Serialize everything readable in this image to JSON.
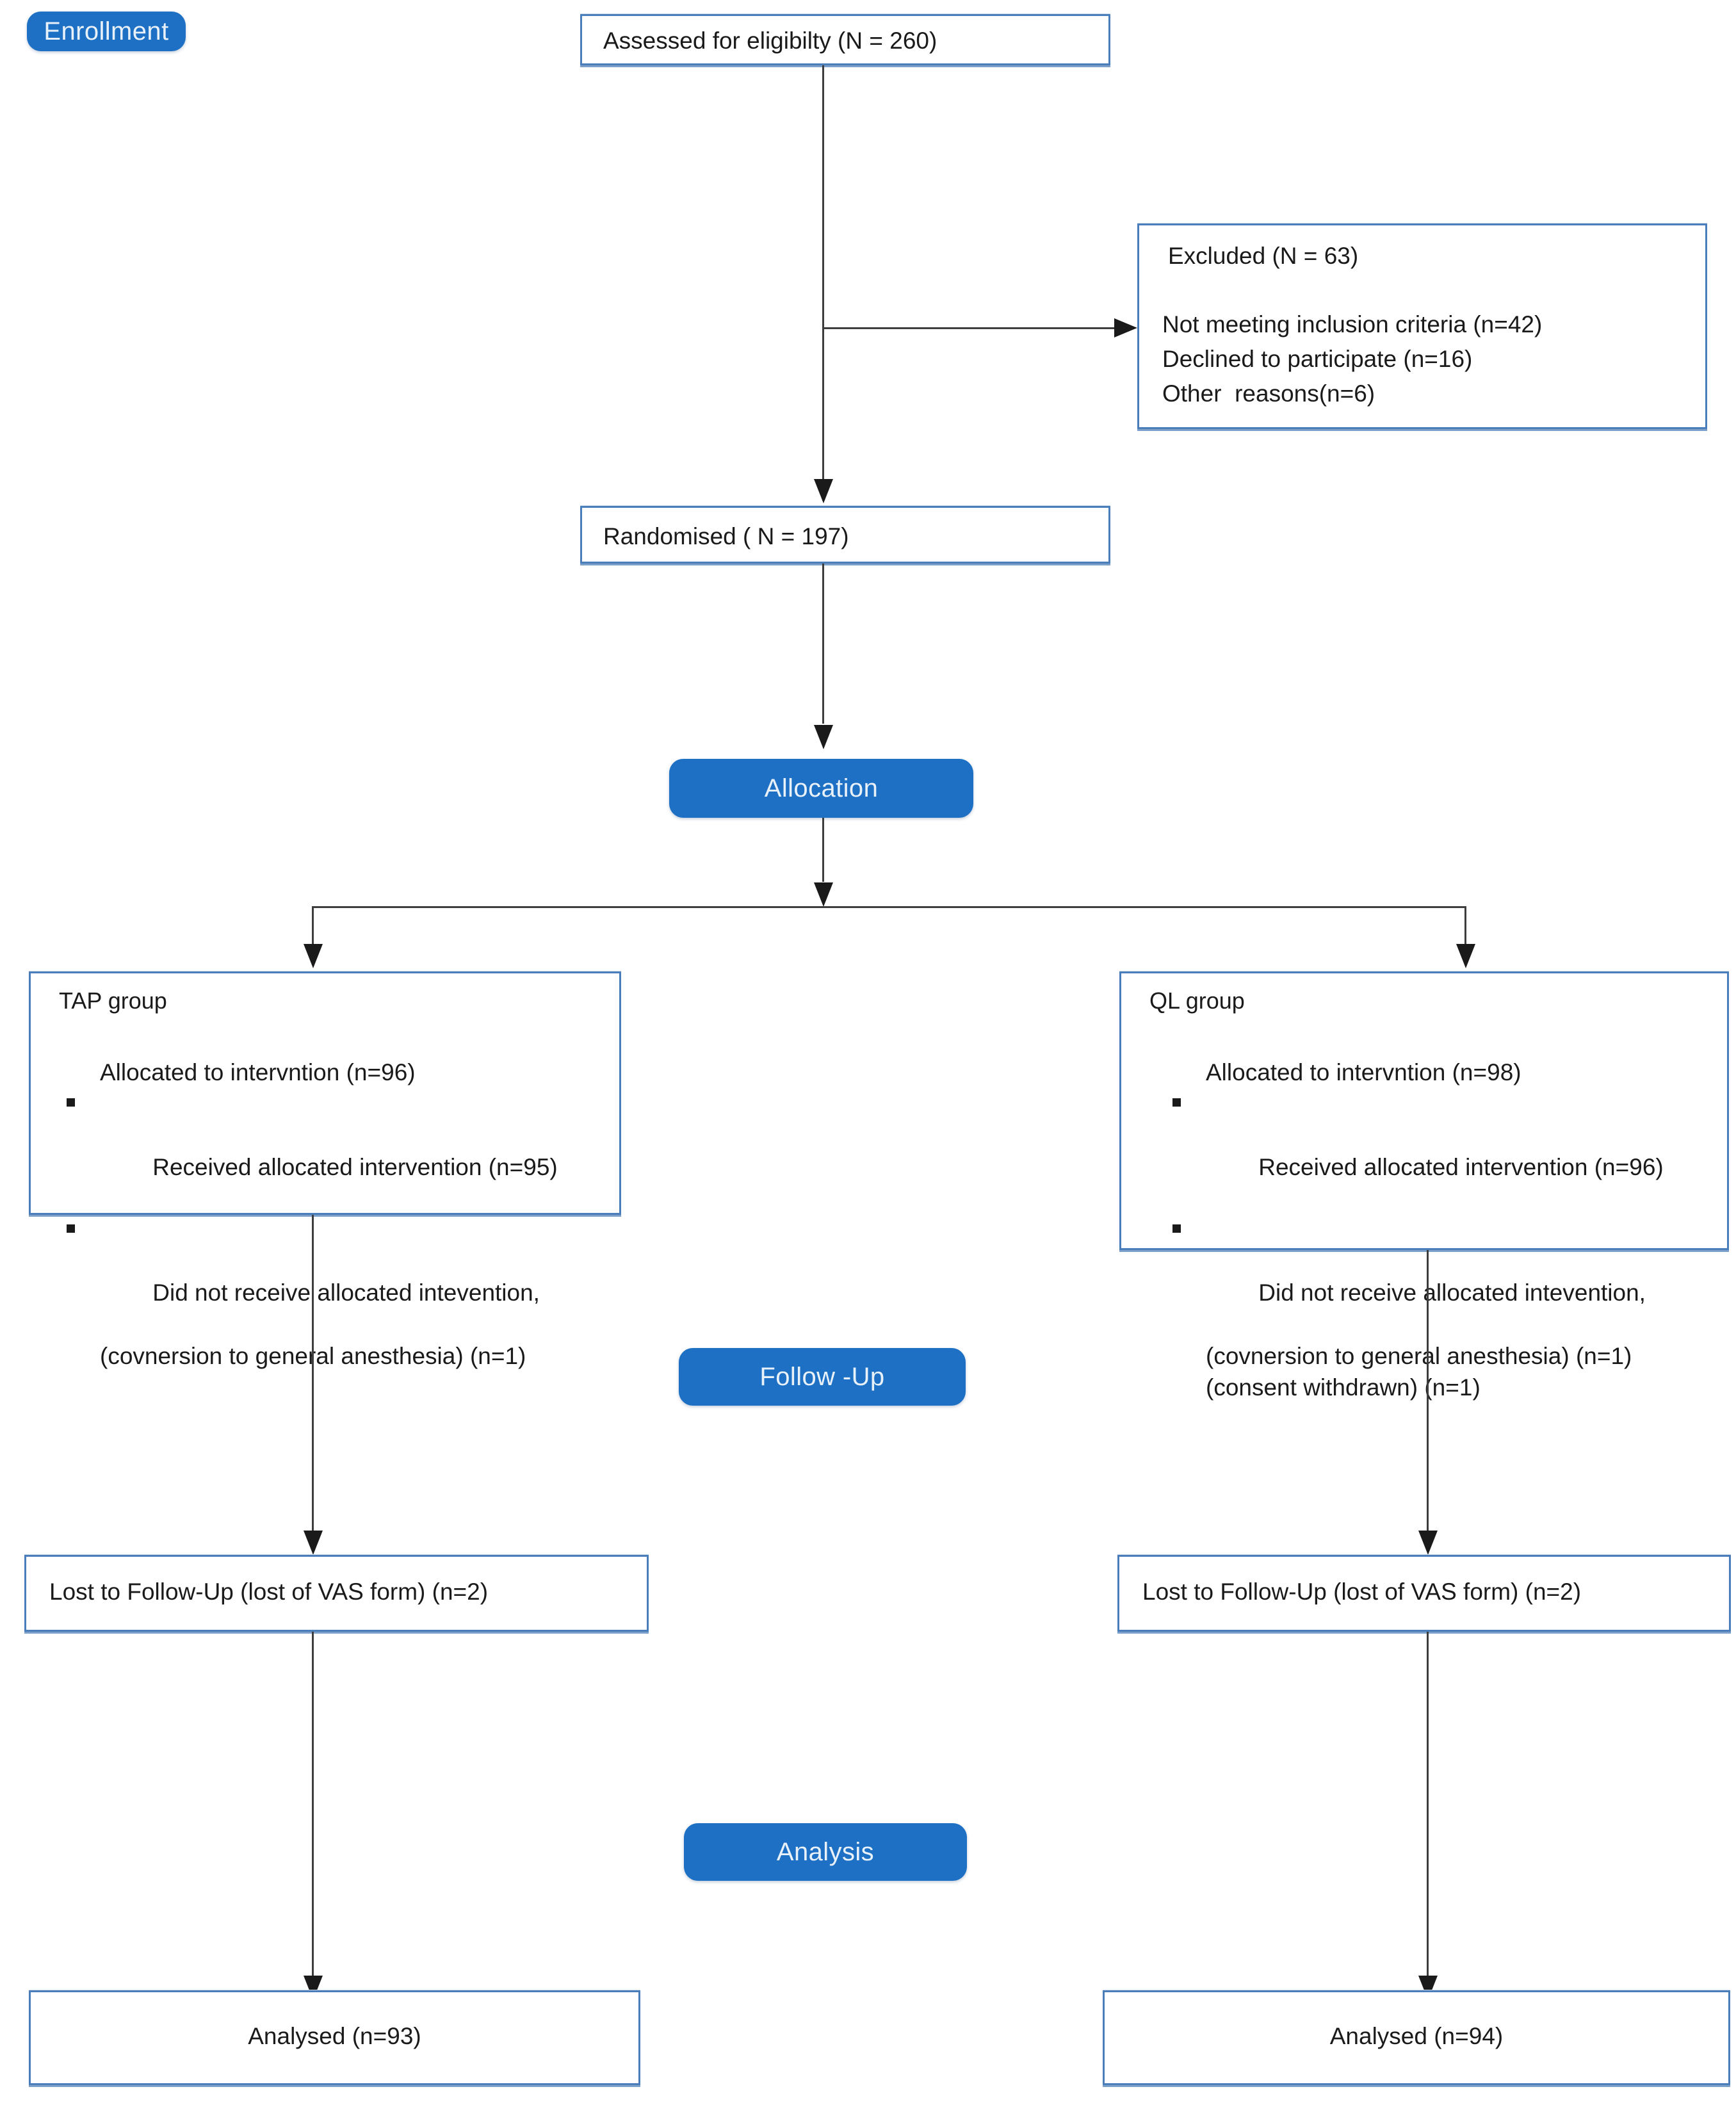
{
  "diagram": {
    "title": "CONSORT participant flow diagram",
    "accent_color": "#1D70C3",
    "box_border_color": "#4A7EBB",
    "connector_color": "#3d3d3d"
  },
  "stages": {
    "enrollment": "Enrollment",
    "allocation": "Allocation",
    "followup": "Follow -Up",
    "analysis": "Analysis"
  },
  "enrollment": {
    "assessed": "Assessed for eligibilty (N = 260)",
    "excluded": {
      "heading": "Excluded (N = 63)",
      "reasons": [
        "Not meeting inclusion criteria (n=42)",
        "Declined to participate (n=16)",
        "Other  reasons(n=6)"
      ]
    },
    "randomised": "Randomised ( N = 197)"
  },
  "allocation": {
    "left": {
      "group_name": "TAP group",
      "allocated": "Allocated to intervntion (n=96)",
      "bullets": [
        [
          "Received allocated intervention (n=95)"
        ],
        [
          "Did not receive allocated intevention,",
          "(covnersion to general anesthesia) (n=1)"
        ]
      ]
    },
    "right": {
      "group_name": "QL  group",
      "allocated": "Allocated to intervntion (n=98)",
      "bullets": [
        [
          "Received allocated intervention (n=96)"
        ],
        [
          "Did not receive allocated intevention,",
          "(covnersion to general anesthesia) (n=1)",
          "(consent withdrawn) (n=1)"
        ]
      ]
    }
  },
  "followup": {
    "left": "Lost to Follow-Up (lost of VAS form) (n=2)",
    "right": "Lost to Follow-Up (lost of VAS form) (n=2)"
  },
  "analysis": {
    "left": "Analysed (n=93)",
    "right": "Analysed (n=94)"
  }
}
